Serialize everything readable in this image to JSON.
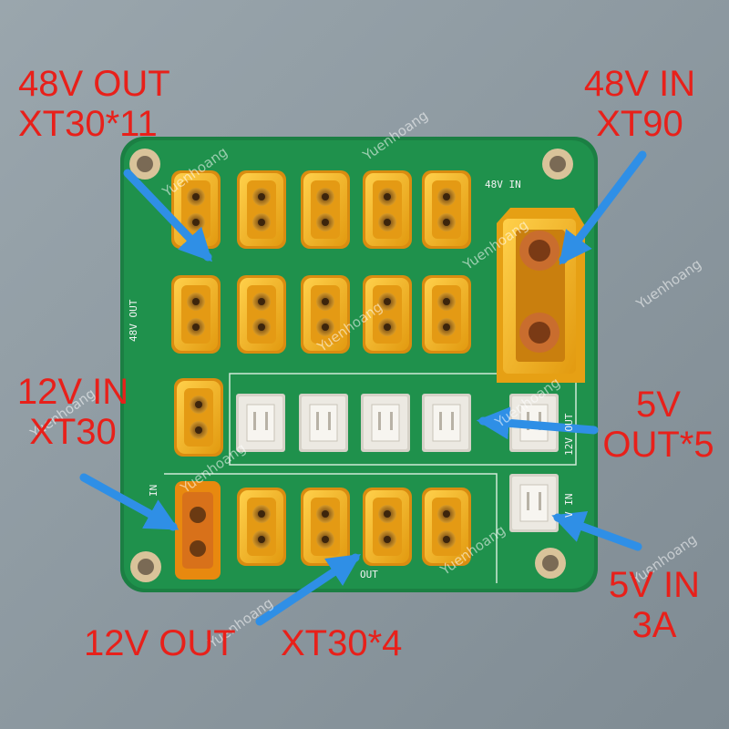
{
  "labels": {
    "out48_line1": "48V OUT",
    "out48_line2": "XT30*11",
    "in48_line1": "48V IN",
    "in48_line2": "XT90",
    "in12_line1": "12V IN",
    "in12_line2": "XT30",
    "out5_line1": "5V",
    "out5_line2": "OUT*5",
    "in5_line1": "5V IN",
    "in5_line2": "3A",
    "out12": "12V OUT",
    "out12_count": "XT30*4"
  },
  "silkscreen": {
    "in48": "48V IN",
    "out48": "48V OUT",
    "in12": "IN",
    "out12": "OUT",
    "out5": "12V OUT",
    "in5": "V IN"
  },
  "watermark": "Yuenhoang",
  "colors": {
    "label_red": "#e8201a",
    "arrow_blue": "#2f8fe6",
    "pcb_green": "#1d8a48",
    "connector_yellow": "#f2b51a",
    "jst_white": "#ece9e2",
    "background_gray": "#8e9aa2"
  }
}
